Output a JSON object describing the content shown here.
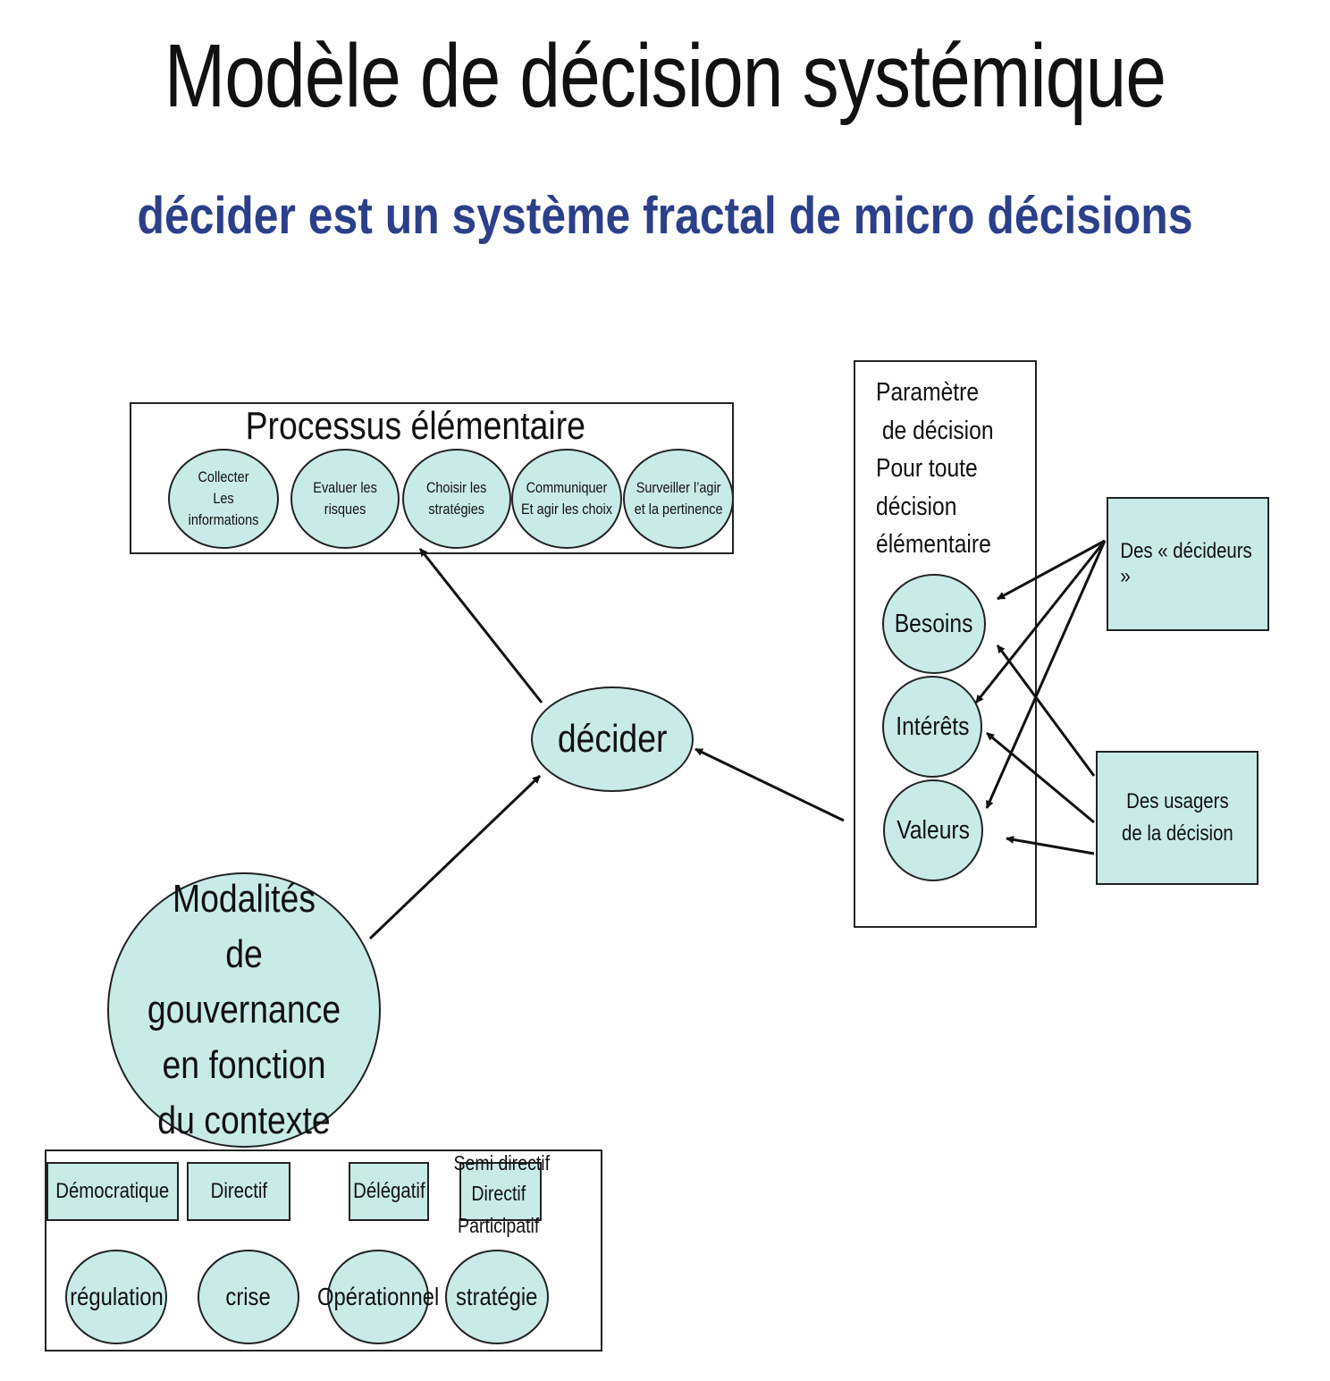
{
  "title": "Modèle de décision systémique",
  "subtitle": "décider est un système fractal de micro décisions",
  "processus": {
    "label": "Processus élémentaire",
    "steps": [
      "Collecter\nLes informations",
      "Evaluer les\nrisques",
      "Choisir les\nstratégies",
      "Communiquer\nEt agir les choix",
      "Surveiller l’agir\net la pertinence"
    ]
  },
  "center": "décider",
  "parametres": {
    "label": "Paramètre\n de décision\nPour toute\ndécision\nélémentaire",
    "items": [
      "Besoins",
      "Intérêts",
      "Valeurs"
    ]
  },
  "actors": {
    "decideurs": "Des « décideurs »",
    "usagers": "Des usagers\nde la décision"
  },
  "gouvernance": {
    "label": "Modalités\nde gouvernance\nen fonction\ndu contexte",
    "styles": [
      "Démocratique",
      "Directif",
      "Délégatif"
    ],
    "semi": [
      "Semi directif",
      "Directif",
      "Participatif"
    ],
    "contexts": [
      "régulation",
      "crise",
      "Opérationnel",
      "stratégie"
    ]
  },
  "colors": {
    "fill": "#c9ebe8",
    "subtitle": "#2b3f8a"
  }
}
